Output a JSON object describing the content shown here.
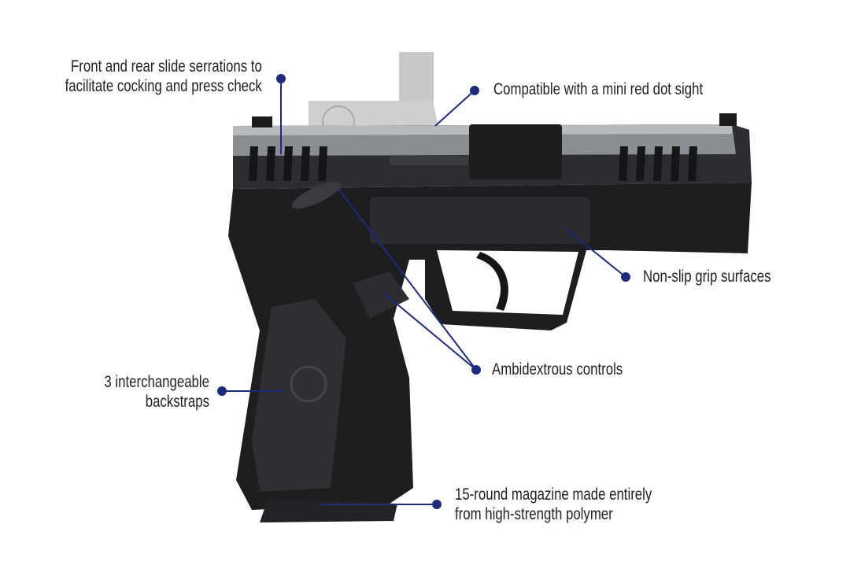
{
  "colors": {
    "callout": "#1e2a7e",
    "text": "#231f20",
    "polymer": "#1b1c1e",
    "slide_steel": "#2a2c2f",
    "optic": "#c9c9c9"
  },
  "callouts": [
    {
      "id": "serrations",
      "lines": [
        "Front and rear slide serrations to",
        "facilitate cocking and press check"
      ]
    },
    {
      "id": "red-dot",
      "lines": [
        "Compatible with a mini red dot sight"
      ]
    },
    {
      "id": "grip-surfaces",
      "lines": [
        "Non-slip grip surfaces"
      ]
    },
    {
      "id": "ambi-controls",
      "lines": [
        "Ambidextrous controls"
      ]
    },
    {
      "id": "backstraps",
      "lines": [
        "3 interchangeable",
        "backstraps"
      ]
    },
    {
      "id": "magazine",
      "lines": [
        "15-round magazine made entirely",
        "from high-strength polymer"
      ]
    }
  ]
}
